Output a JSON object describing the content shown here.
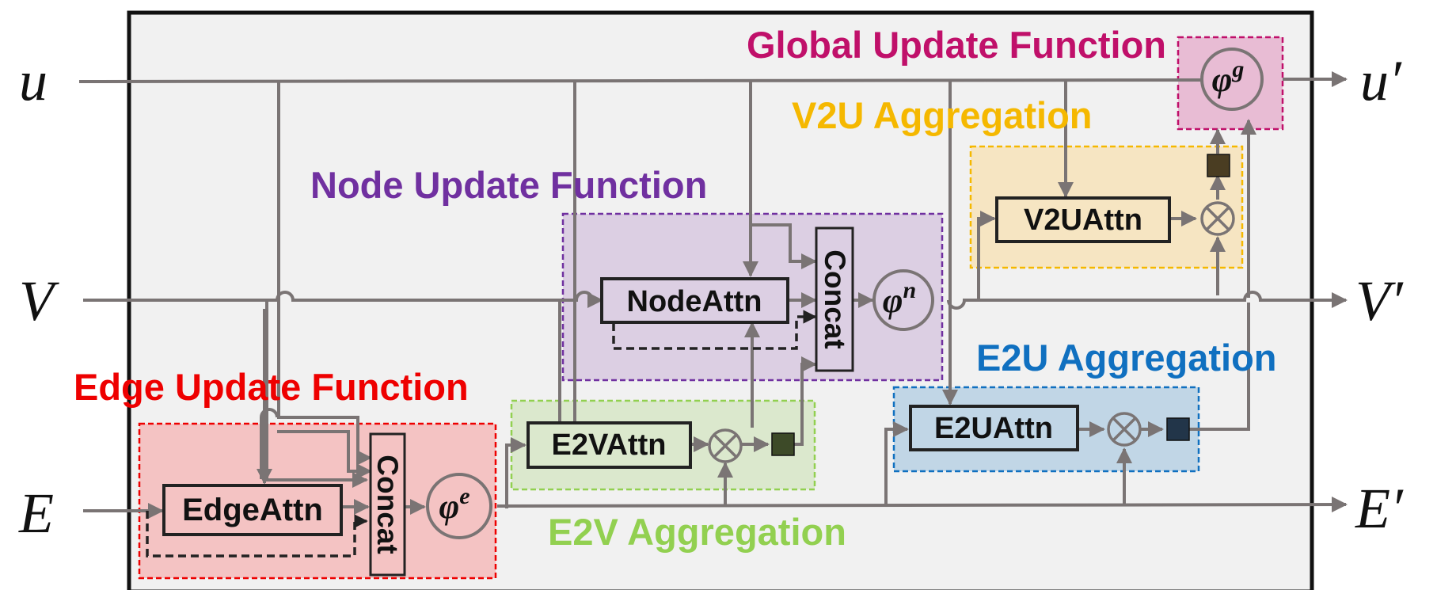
{
  "io": {
    "inputs": {
      "u": "u",
      "v": "V",
      "e": "E"
    },
    "outputs": {
      "u": "u′",
      "v": "V′",
      "e": "E′"
    }
  },
  "titles": {
    "global": "Global Update Function",
    "v2u": "V2U Aggregation",
    "node": "Node Update Function",
    "e2u": "E2U Aggregation",
    "edge": "Edge Update Function",
    "e2v": "E2V Aggregation"
  },
  "blocks": {
    "edge_attn": "EdgeAttn",
    "node_attn": "NodeAttn",
    "e2v_attn": "E2VAttn",
    "e2u_attn": "E2UAttn",
    "v2u_attn": "V2UAttn",
    "concat_edge": "Concat",
    "concat_node": "Concat"
  },
  "phi": {
    "e": {
      "base": "φ",
      "sup": "e"
    },
    "n": {
      "base": "φ",
      "sup": "n"
    },
    "g": {
      "base": "φ",
      "sup": "g"
    }
  },
  "colors": {
    "line": "#7a7474",
    "frame_fill": "#f1f1f1",
    "frame_stroke": "#111111",
    "global": "#c0106a",
    "global_fill": "#e8bcd4",
    "v2u": "#f5b800",
    "v2u_fill": "#f6e5c2",
    "node": "#7030a0",
    "node_fill": "#dccfe3",
    "e2u": "#1070c0",
    "e2u_fill": "#c1d6e6",
    "edge": "#ee0000",
    "edge_fill": "#f4c3c3",
    "e2v": "#92d050",
    "e2v_fill": "#dbe8cd",
    "sq_green": "#3d4a28",
    "sq_blue": "#223549",
    "sq_olive": "#4a3d22"
  }
}
